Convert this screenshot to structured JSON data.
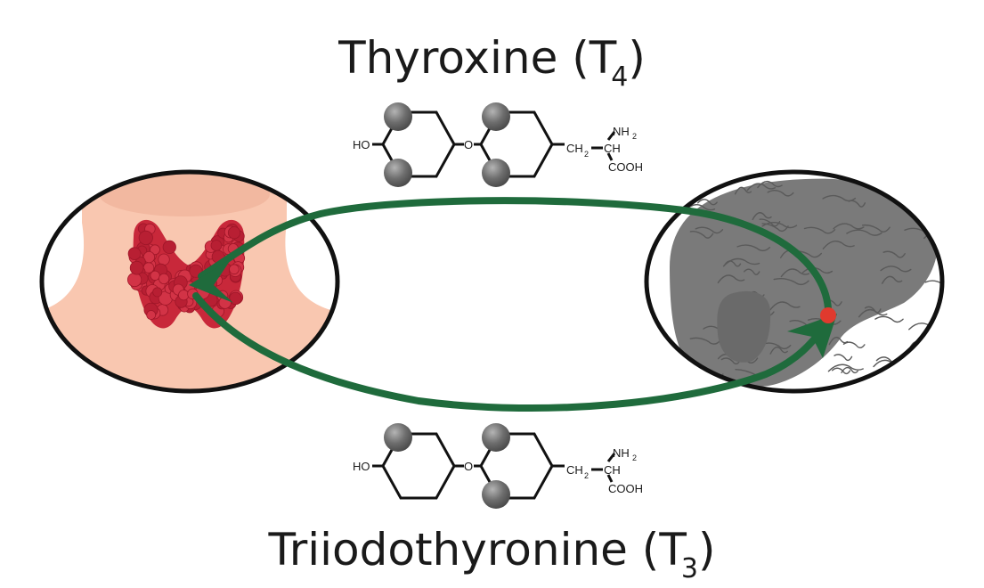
{
  "top_title": {
    "prefix": "Thyroxine (T",
    "subscript": "4",
    "suffix": ")"
  },
  "bottom_title": {
    "prefix": "Triiodothyronine (T",
    "subscript": "3",
    "suffix": ")"
  },
  "molecule_labels": {
    "hydroxyl": "HO",
    "ether_oxygen": "O",
    "methylene": "CH",
    "methylene_subscript": "2",
    "amine": "NH",
    "amine_subscript": "2",
    "alpha_carbon": "CH",
    "carboxyl": "COOH"
  },
  "colors": {
    "arrow": "#1f6b3c",
    "thyroid": "#c8283a",
    "skin": "#f9c7b0",
    "liver": "#7a7a7a",
    "iodine_atom": "#6b6b6b",
    "outline": "#111111",
    "marker": "#e03a2e"
  },
  "icons": {
    "left_inset": "thyroid-gland-icon",
    "right_inset": "liver-icon",
    "atoms": "iodine-atom-icon"
  }
}
